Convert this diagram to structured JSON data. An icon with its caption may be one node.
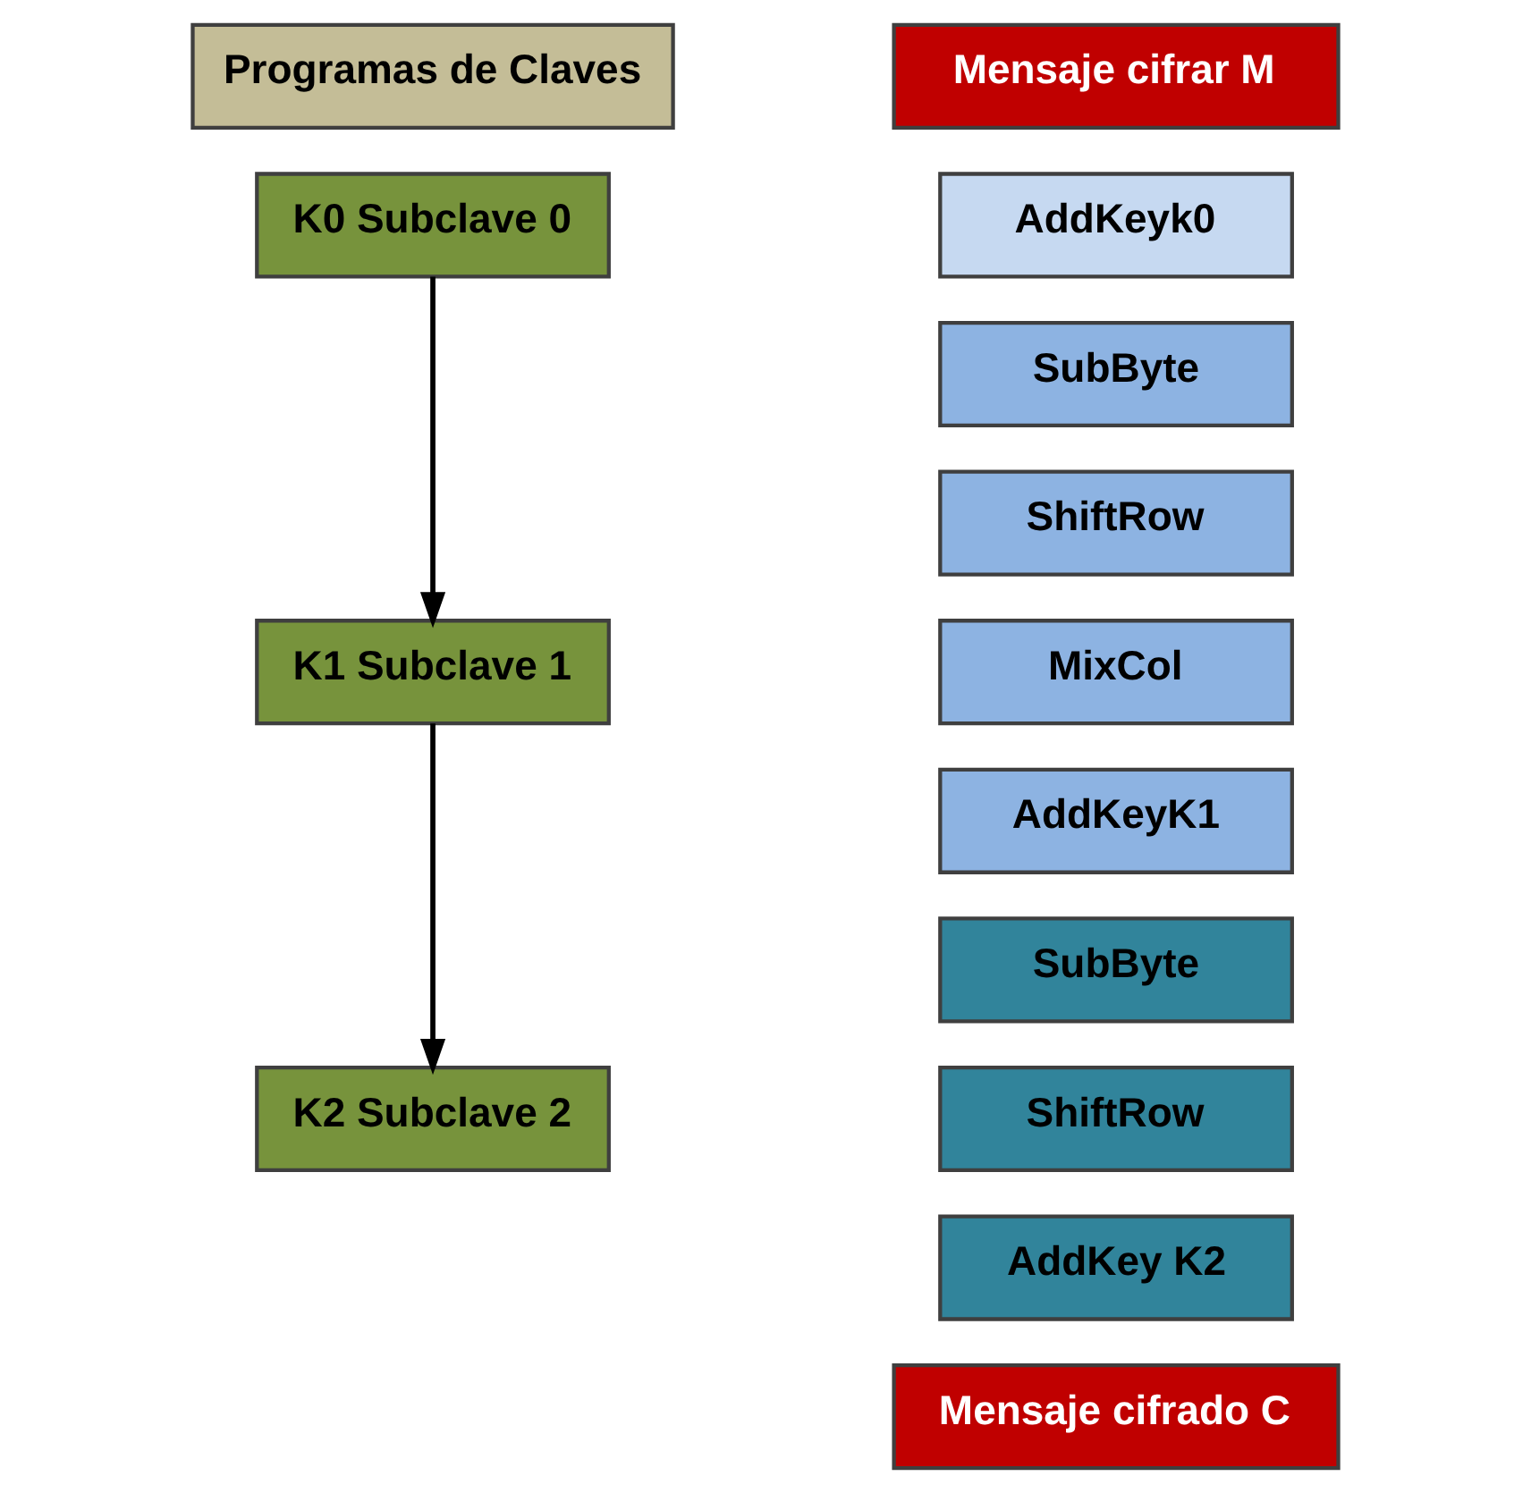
{
  "diagram": {
    "nodes": [
      {
        "text": [
          "Programas de Claves"
        ]
      },
      {
        "text": [
          "K0 Subclave 0"
        ]
      },
      {
        "text": [
          "K1 Subclave 1"
        ]
      },
      {
        "text": [
          "K2 Subclave 2"
        ]
      },
      {
        "text": [
          "Mensaje cifrar M"
        ]
      },
      {
        "text": [
          "AddKeyk0"
        ]
      },
      {
        "text": [
          "SubByte"
        ]
      },
      {
        "text": [
          "ShiftRow"
        ]
      },
      {
        "text": [
          "MixCol"
        ]
      },
      {
        "text": [
          "AddKeyK1"
        ]
      },
      {
        "text": [
          "SubByte"
        ]
      },
      {
        "text": [
          "ShiftRow"
        ]
      },
      {
        "text": [
          "AddKey K2"
        ]
      },
      {
        "text": [
          "Mensaje cifrado C"
        ]
      }
    ],
    "edges": [
      {
        "from": 1,
        "to": 2,
        "arrow": "to"
      },
      {
        "from": 2,
        "to": 3,
        "arrow": "to"
      }
    ]
  }
}
